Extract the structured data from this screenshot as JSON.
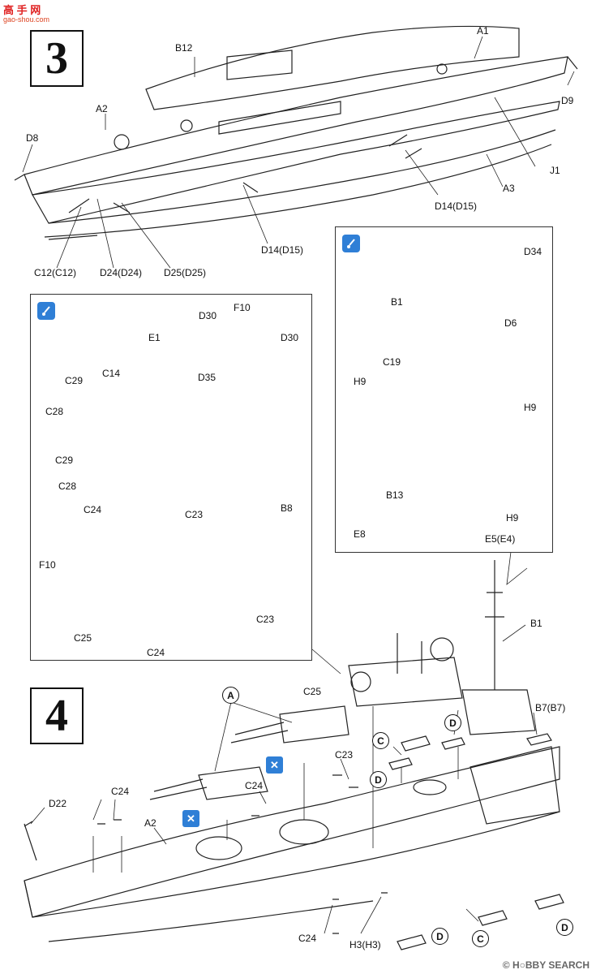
{
  "watermark_top": {
    "title": "高 手 网",
    "subtitle": "gao-shou.com"
  },
  "watermark_bottom": "© H○BBY SEARCH",
  "steps": {
    "step3": "3",
    "step4": "4"
  },
  "callouts": {
    "A": "A",
    "C": "C",
    "D": "D"
  },
  "step3_labels": {
    "B12": "B12",
    "A1": "A1",
    "A2": "A2",
    "D8": "D8",
    "D9": "D9",
    "J1": "J1",
    "A3": "A3",
    "D14a": "D14(D15)",
    "D14b": "D14(D15)",
    "C12": "C12(C12)",
    "D24": "D24(D24)",
    "D25": "D25(D25)"
  },
  "inset_left": {
    "E1": "E1",
    "D30a": "D30",
    "F10a": "F10",
    "D30b": "D30",
    "C14": "C14",
    "D35": "D35",
    "C29a": "C29",
    "C28a": "C28",
    "C29b": "C29",
    "C28b": "C28",
    "C24a": "C24",
    "C23a": "C23",
    "B8": "B8",
    "F10b": "F10",
    "C25": "C25",
    "C23b": "C23",
    "C24b": "C24"
  },
  "inset_right": {
    "D34": "D34",
    "B1": "B1",
    "D6": "D6",
    "C19": "C19",
    "H9a": "H9",
    "H9b": "H9",
    "B13": "B13",
    "H9c": "H9",
    "E8": "E8",
    "E5": "E5(E4)"
  },
  "step4_labels": {
    "B1": "B1",
    "C25": "C25",
    "B7": "B7(B7)",
    "C23": "C23",
    "C24a": "C24",
    "C24b": "C24",
    "D22": "D22",
    "A2": "A2",
    "C24c": "C24",
    "H3": "H3(H3)"
  }
}
